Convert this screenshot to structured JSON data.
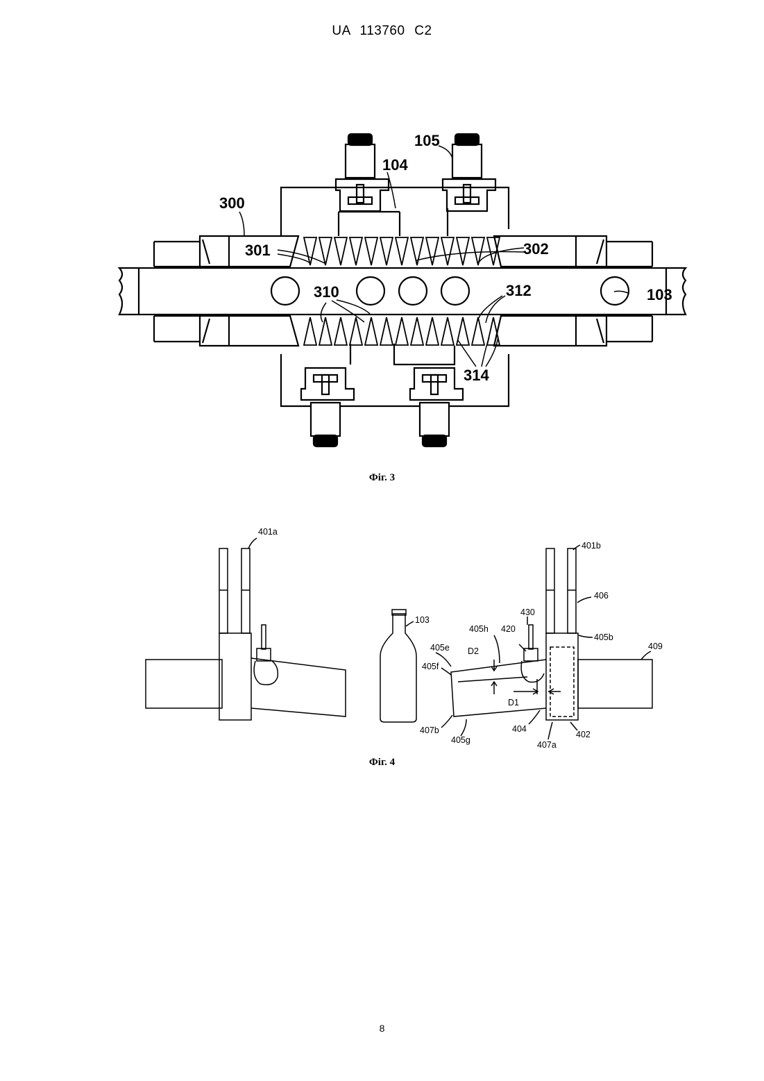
{
  "header": {
    "doc_id": "UA   113760   C2"
  },
  "figures": {
    "fig3": {
      "caption": "Фіг. 3",
      "labels": {
        "l300": "300",
        "l301": "301",
        "l302": "302",
        "l103": "103",
        "l104": "104",
        "l105": "105",
        "l310": "310",
        "l312": "312",
        "l314": "314"
      }
    },
    "fig4": {
      "caption": "Фіг. 4",
      "labels": {
        "l401a": "401a",
        "l401b": "401b",
        "l406": "406",
        "l430": "430",
        "l420": "420",
        "l405h": "405h",
        "l405b": "405b",
        "l409": "409",
        "l103": "103",
        "l405e": "405e",
        "l405f": "405f",
        "lD2": "D2",
        "lD1": "D1",
        "l407b": "407b",
        "l405g": "405g",
        "l404": "404",
        "l407a": "407a",
        "l402": "402"
      }
    }
  },
  "page_number": "8"
}
